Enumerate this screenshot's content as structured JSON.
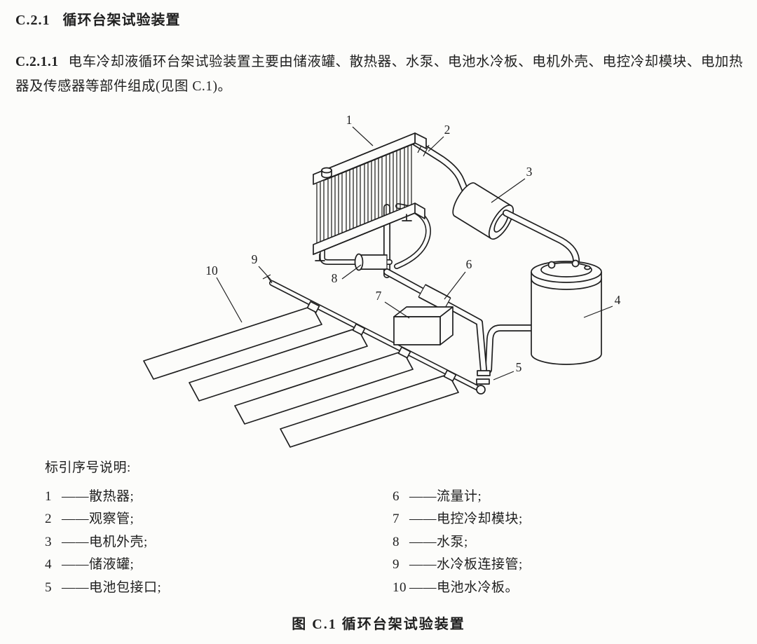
{
  "page": {
    "heading": {
      "number": "C.2.1",
      "title": "循环台架试验装置"
    },
    "paragraph": {
      "number": "C.2.1.1",
      "text": "电车冷却液循环台架试验装置主要由储液罐、散热器、水泵、电池水冷板、电机外壳、电控冷却模块、电加热器及传感器等部件组成(见图 C.1)。"
    },
    "figure": {
      "legend_title": "标引序号说明:",
      "legend_left": [
        {
          "num": "1",
          "sep": "——",
          "label": "散热器;"
        },
        {
          "num": "2",
          "sep": "——",
          "label": "观察管;"
        },
        {
          "num": "3",
          "sep": "——",
          "label": "电机外壳;"
        },
        {
          "num": "4",
          "sep": "——",
          "label": "储液罐;"
        },
        {
          "num": "5",
          "sep": "——",
          "label": "电池包接口;"
        }
      ],
      "legend_right": [
        {
          "num": "6",
          "sep": "——",
          "label": "流量计;"
        },
        {
          "num": "7",
          "sep": "——",
          "label": "电控冷却模块;"
        },
        {
          "num": "8",
          "sep": "——",
          "label": "水泵;"
        },
        {
          "num": "9",
          "sep": "——",
          "label": "水冷板连接管;"
        },
        {
          "num": "10",
          "sep": "——",
          "label": "电池水冷板。"
        }
      ],
      "callouts": [
        "1",
        "2",
        "3",
        "4",
        "5",
        "6",
        "7",
        "8",
        "9",
        "10"
      ],
      "caption": "图 C.1  循环台架试验装置"
    },
    "colors": {
      "ink": "#1f1f1f",
      "paper": "#fcfcfa"
    }
  }
}
